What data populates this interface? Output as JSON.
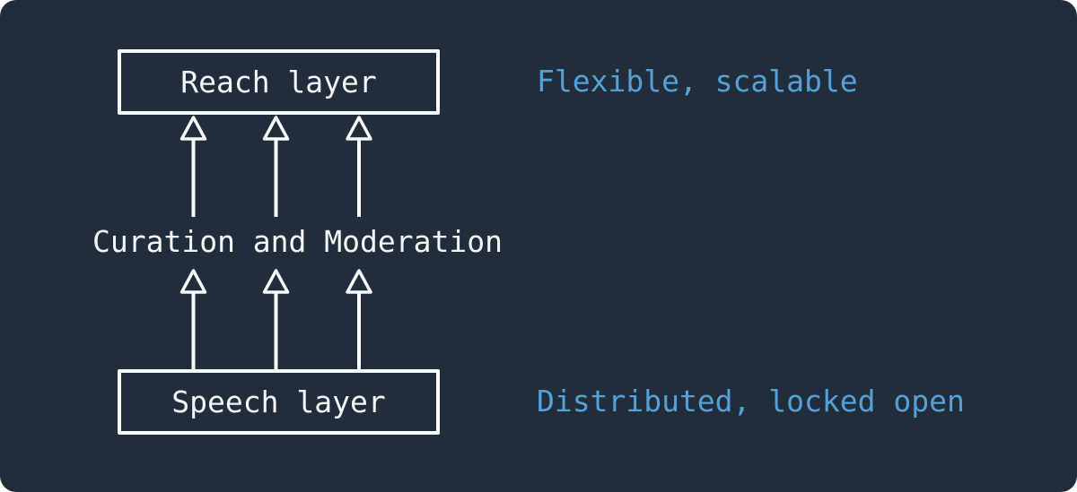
{
  "colors": {
    "page_background": "#ffffff",
    "card_background": "#222d3b",
    "stroke_white": "#f7fafc",
    "text_primary": "#f2f6f9",
    "text_accent": "#55a0d7"
  },
  "diagram": {
    "reach_box_label": "Reach layer",
    "curation_label": "Curation and Moderation",
    "speech_box_label": "Speech layer",
    "reach_annotation": "Flexible, scalable",
    "speech_annotation": "Distributed, locked open"
  }
}
